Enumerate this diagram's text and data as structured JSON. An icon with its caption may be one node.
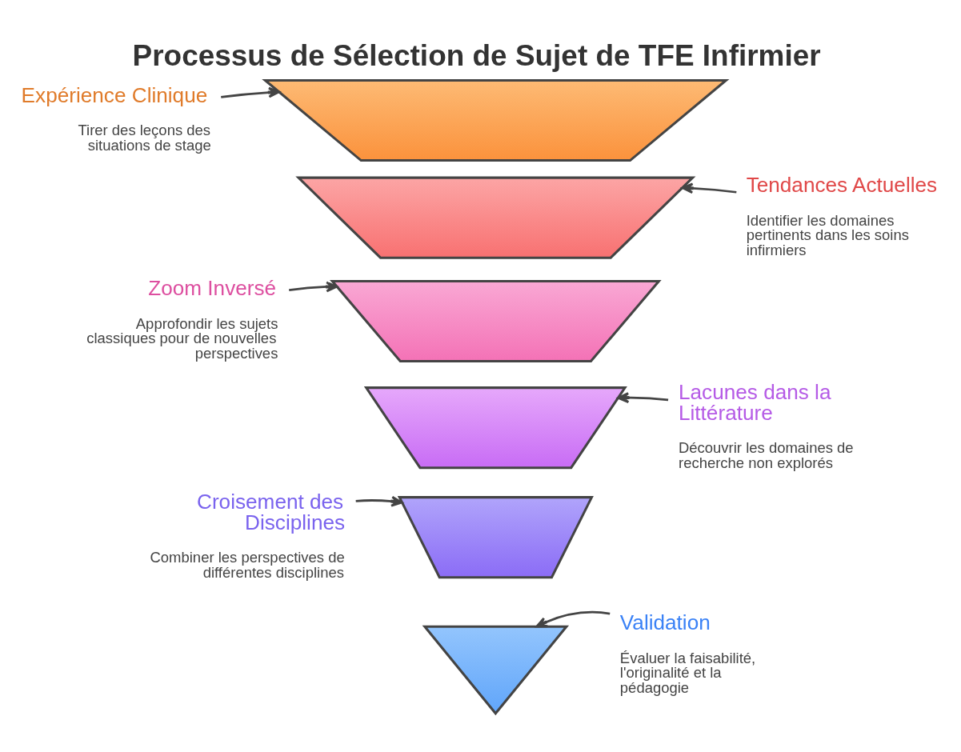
{
  "diagram": {
    "title": "Processus de Sélection de Sujet de TFE Infirmier",
    "nodes": [
      {
        "text": [
          "Expérience Clinique",
          "Tirer des leçons des situations de stage"
        ]
      },
      {
        "text": [
          "Tendances Actuelles",
          "Identifier les domaines pertinents dans les soins infirmiers"
        ]
      },
      {
        "text": [
          "Zoom Inversé",
          "Approfondir les sujets classiques pour de nouvelles perspectives"
        ]
      },
      {
        "text": [
          "Lacunes dans la Littérature",
          "Découvrir les domaines de recherche non explorés"
        ]
      },
      {
        "text": [
          "Croisement des Disciplines",
          "Combiner les perspectives de différentes disciplines"
        ]
      },
      {
        "text": [
          "Validation",
          "Évaluer la faisabilité, l'originalité et la pédagogie"
        ]
      },
      {
        "text": [],
        "shape": "trapezium"
      },
      {
        "text": [],
        "shape": "trapezium"
      },
      {
        "text": [],
        "shape": "trapezium"
      },
      {
        "text": [],
        "shape": "trapezium"
      },
      {
        "text": [],
        "shape": "trapezium"
      },
      {
        "text": [],
        "shape": "triangle"
      }
    ],
    "edges": [
      {
        "from": 0,
        "to": 6,
        "arrow": "to"
      },
      {
        "from": 1,
        "to": 7,
        "arrow": "to"
      },
      {
        "from": 2,
        "to": 8,
        "arrow": "to"
      },
      {
        "from": 3,
        "to": 9,
        "arrow": "to"
      },
      {
        "from": 4,
        "to": 10,
        "arrow": "to"
      },
      {
        "from": 5,
        "to": 11,
        "arrow": "to"
      }
    ]
  }
}
